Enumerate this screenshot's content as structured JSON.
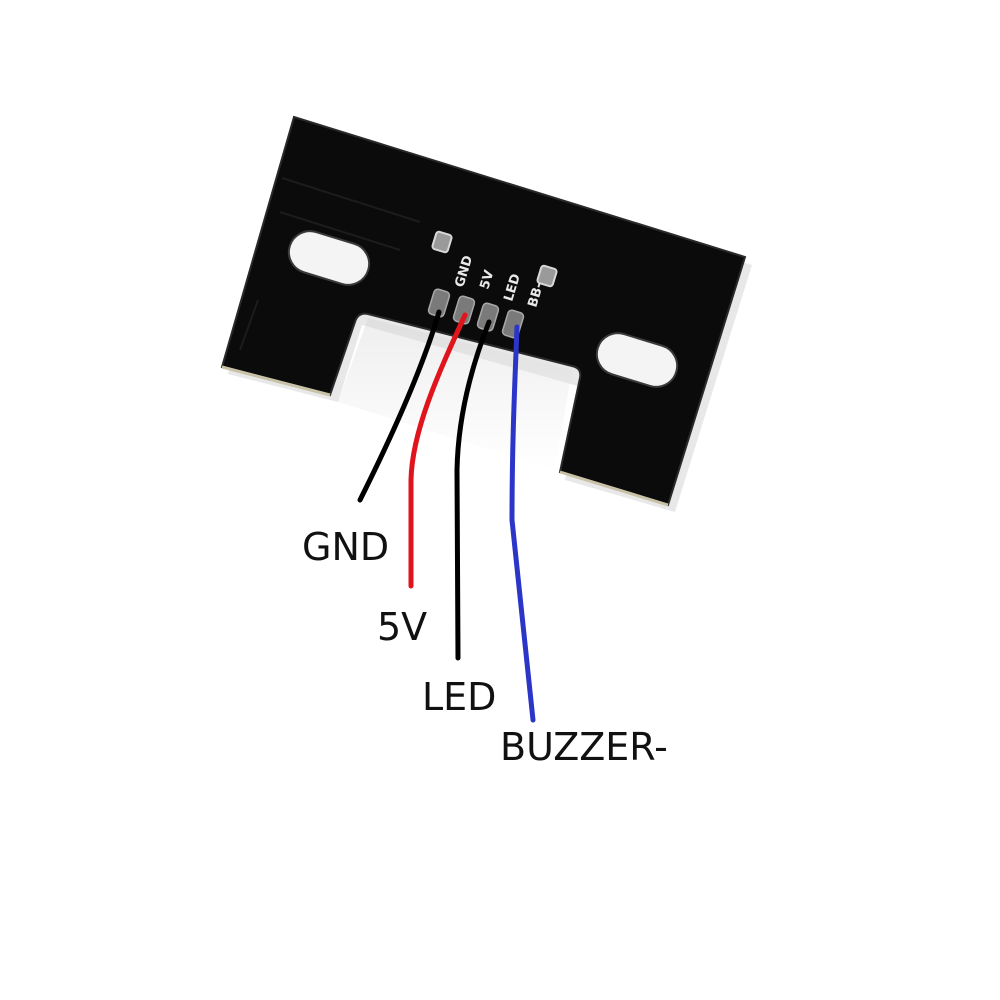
{
  "image": {
    "subject": "LED buzzer PCB board with wiring diagram",
    "background_color": "#ffffff",
    "board_color": "#0b0b0b"
  },
  "pcb": {
    "silkscreen_labels": [
      "GND",
      "5V",
      "LED",
      "BB-"
    ]
  },
  "wires": [
    {
      "name": "GND",
      "color": "#000000"
    },
    {
      "name": "5V",
      "color": "#e0141c"
    },
    {
      "name": "LED",
      "color": "#000000"
    },
    {
      "name": "BUZZER-",
      "color": "#2b35c8"
    }
  ],
  "labels": {
    "gnd": "GND",
    "v5": "5V",
    "led": "LED",
    "buzzer": "BUZZER-"
  }
}
